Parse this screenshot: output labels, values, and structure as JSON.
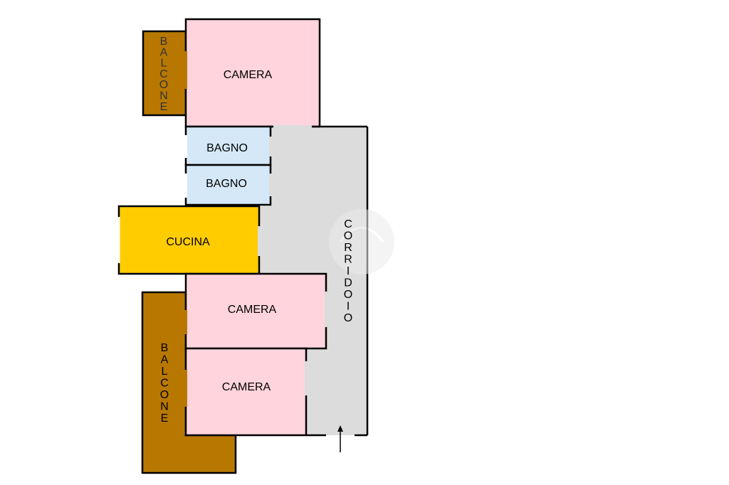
{
  "colors": {
    "camera": "#ffd4dc",
    "bagno": "#d4e8f8",
    "cucina": "#ffcc00",
    "balcone": "#b87800",
    "corridoio": "#dcdcdc",
    "wall": "#000000"
  },
  "rooms": {
    "camera_top": "CAMERA",
    "bagno_1": "BAGNO",
    "bagno_2": "BAGNO",
    "cucina": "CUCINA",
    "camera_mid": "CAMERA",
    "camera_bottom": "CAMERA",
    "corridoio": [
      "C",
      "O",
      "R",
      "R",
      "I",
      "D",
      "O",
      "I",
      "O"
    ],
    "balcone_top": [
      "B",
      "A",
      "L",
      "C",
      "O",
      "N",
      "E"
    ],
    "balcone_bottom": [
      "B",
      "A",
      "L",
      "C",
      "O",
      "N",
      "E"
    ]
  },
  "icons": {
    "entrance": "up-arrow-icon",
    "watermark": "circle-watermark-icon"
  }
}
